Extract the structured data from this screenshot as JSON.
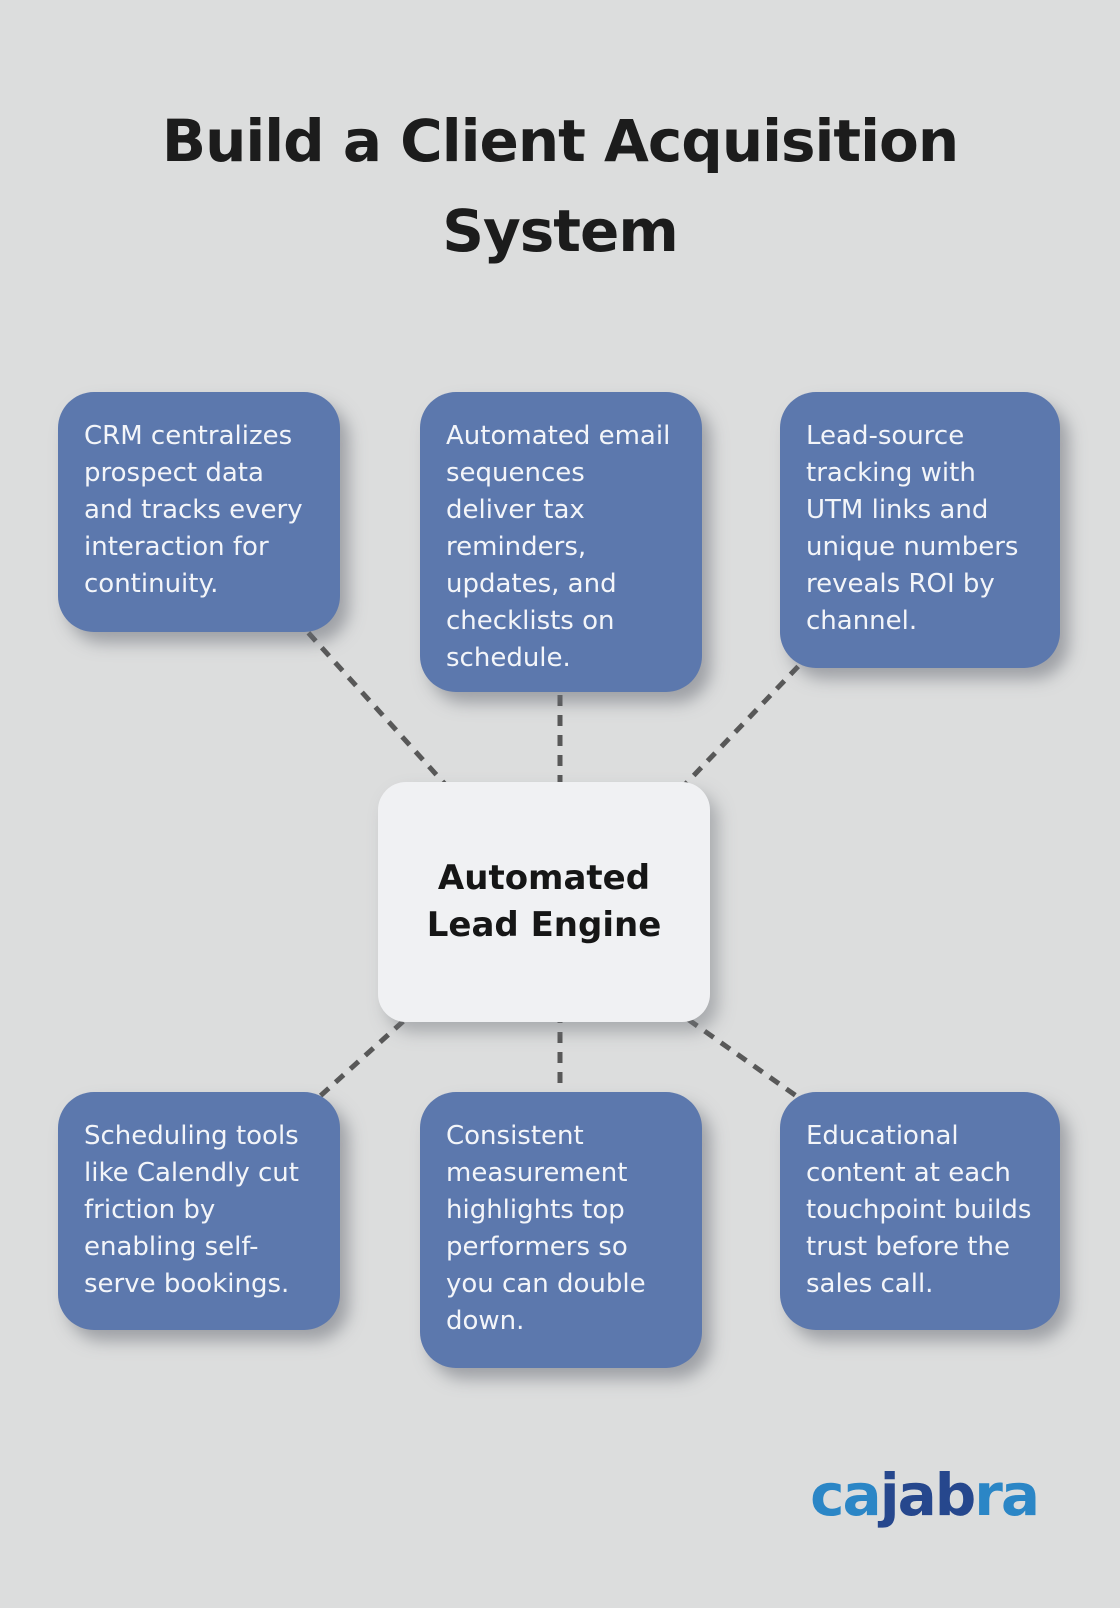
{
  "title": "Build a Client Acquisition System",
  "center": {
    "label": "Automated Lead Engine"
  },
  "nodes": [
    {
      "id": "top-left",
      "text": "CRM centralizes prospect data and tracks every interaction for continuity."
    },
    {
      "id": "top-middle",
      "text": "Automated email sequences deliver tax reminders, updates, and checklists on schedule."
    },
    {
      "id": "top-right",
      "text": "Lead-source tracking with UTM links and unique numbers reveals ROI by channel."
    },
    {
      "id": "bottom-left",
      "text": "Scheduling tools like Calendly cut friction by enabling self-serve bookings."
    },
    {
      "id": "bottom-middle",
      "text": "Consistent measurement highlights top performers so you can double down."
    },
    {
      "id": "bottom-right",
      "text": "Educational content at each touchpoint builds trust before the sales call."
    }
  ],
  "logo": {
    "text": "cajabra",
    "segments": [
      {
        "text": "ca",
        "tone": "light"
      },
      {
        "text": "jab",
        "tone": "dark"
      },
      {
        "text": "ra",
        "tone": "light"
      }
    ]
  },
  "colors": {
    "background": "#dcdddd",
    "node_bg": "#5c78ad",
    "node_text": "#f3f5f9",
    "center_bg": "#f0f1f3",
    "center_text": "#161616",
    "title_text": "#1c1c1c",
    "connector": "#585858",
    "logo_light_blue": "#2b86c6",
    "logo_dark_blue": "#26478d"
  }
}
